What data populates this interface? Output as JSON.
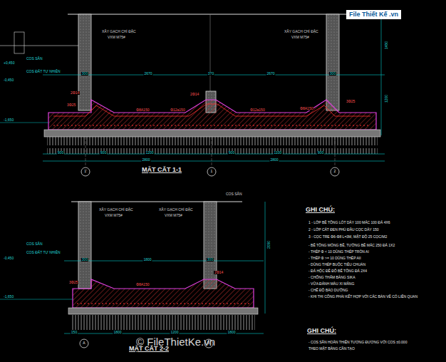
{
  "diagram": {
    "labels": [
      "MẶT CẮT 1-1",
      "MẶT CẮT 2-2",
      "GHI CHÚ:",
      "1 - LỚP BÊ TÔNG LÓT DÀY 100 MÁC 100 ĐÁ 4X6",
      "2 - LỚP CÁT ĐEN PHỦ ĐẦU CỌC DÀY 150",
      "3 - CỌC TRE Φ6-Φ8 L=3M, MẬT ĐỘ 25 CỌC/M2",
      "- BÊ TÔNG MÓNG BỂ, TƯỜNG BỂ MÁC 250 ĐÁ 1X2",
      "- THÉP Φ < 10 DÙNG THÉP TRÒN AI",
      "- THÉP Φ >= 10 DÙNG THÉP AII",
      "- DÙNG THÉP BUỘC TIÊU CHUẨN",
      "- ĐÁ HỘC ĐỂ ĐỔ BÊ TÔNG ĐÁ 2X4",
      "- CHỐNG THẤM BẰNG SIKA",
      "- VỮA ĐÁNH MÀU XI MĂNG",
      "- CHẾ ĐỘ BẢO DƯỠNG",
      "- KHI THI CÔNG PHẢI KẾT HỢP VỚI CÁC BẢN VẼ CÓ LIÊN QUAN",
      "GHI CHÚ:",
      "- COS SÂN HOÀN THIỆN TƯƠNG ĐƯƠNG VỚI COS ±0.000",
      "THEO MẶT BẰNG CẦN TẠO",
      "XÂY GẠCH CHỈ ĐẶC",
      "VXM M75#",
      "XÂY GẠCH CHỈ ĐẶC",
      "VXM M75#",
      "COS SÂN",
      "COS ĐẤT TỰ NHIÊN",
      "300",
      "2670",
      "370",
      "2670",
      "300",
      "900",
      "900",
      "1200",
      "900",
      "1100",
      "900",
      "2800",
      "2800",
      "1'",
      "1",
      "2",
      "2Φ14",
      "3Φ25",
      "Φ8A150",
      "2Φ14",
      "Φ8A150",
      "3Φ25",
      "Φ12a150",
      "Φ12a150",
      "+0,450",
      "-0,450",
      "-1,650",
      "1450",
      "1200",
      "COS SÂN",
      "XÂY GẠCH CHỈ ĐẶC",
      "VXM M75#",
      "XÂY GẠCH CHỈ ĐẶC",
      "VXM M75#",
      "COS SÂN",
      "COS ĐẤT TỰ NHIÊN",
      "300",
      "1800",
      "300",
      "3Φ25",
      "2Φ14",
      "Φ8A150",
      "150",
      "1800",
      "1200",
      "1800",
      "A",
      "B",
      "2050",
      "-0,450",
      "-1,650",
      "© FileThietKe.vn",
      "File Thiết Kế .vn"
    ]
  }
}
